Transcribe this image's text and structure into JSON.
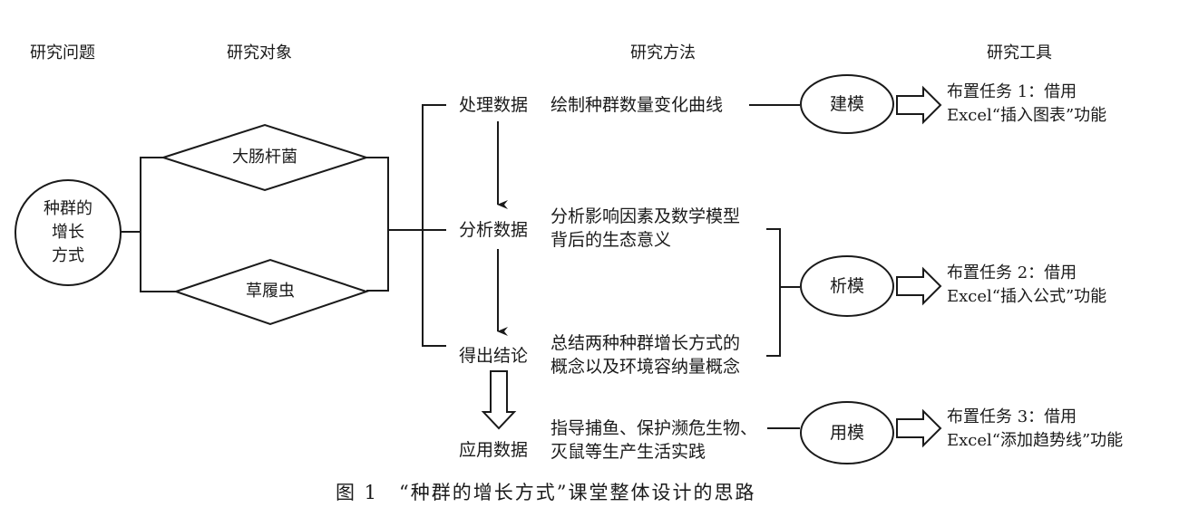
{
  "headers": {
    "question": "研究问题",
    "object": "研究对象",
    "method": "研究方法",
    "tool": "研究工具"
  },
  "question_node": {
    "lines": [
      "种群的",
      "增长",
      "方式"
    ]
  },
  "objects": [
    {
      "label": "大肠杆菌"
    },
    {
      "label": "草履虫"
    }
  ],
  "steps": [
    {
      "label": "处理数据",
      "desc": [
        "绘制种群数量变化曲线"
      ]
    },
    {
      "label": "分析数据",
      "desc": [
        "分析影响因素及数学模型",
        "背后的生态意义"
      ]
    },
    {
      "label": "得出结论",
      "desc": [
        "总结两种种群增长方式的",
        "概念以及环境容纳量概念"
      ]
    },
    {
      "label": "应用数据",
      "desc": [
        "指导捕鱼、保护濒危生物、",
        "灭鼠等生产生活实践"
      ]
    }
  ],
  "models": [
    {
      "label": "建模"
    },
    {
      "label": "析模"
    },
    {
      "label": "用模"
    }
  ],
  "tasks": [
    {
      "line1": "布置任务 1：借用",
      "line2": "Excel“插入图表”功能"
    },
    {
      "line1": "布置任务 2：借用",
      "line2": "Excel“插入公式”功能"
    },
    {
      "line1": "布置任务 3：借用",
      "line2": "Excel“添加趋势线”功能"
    }
  ],
  "caption": "图 1　“种群的增长方式”课堂整体设计的思路",
  "colors": {
    "stroke": "#1a1a1a",
    "background": "#ffffff"
  }
}
